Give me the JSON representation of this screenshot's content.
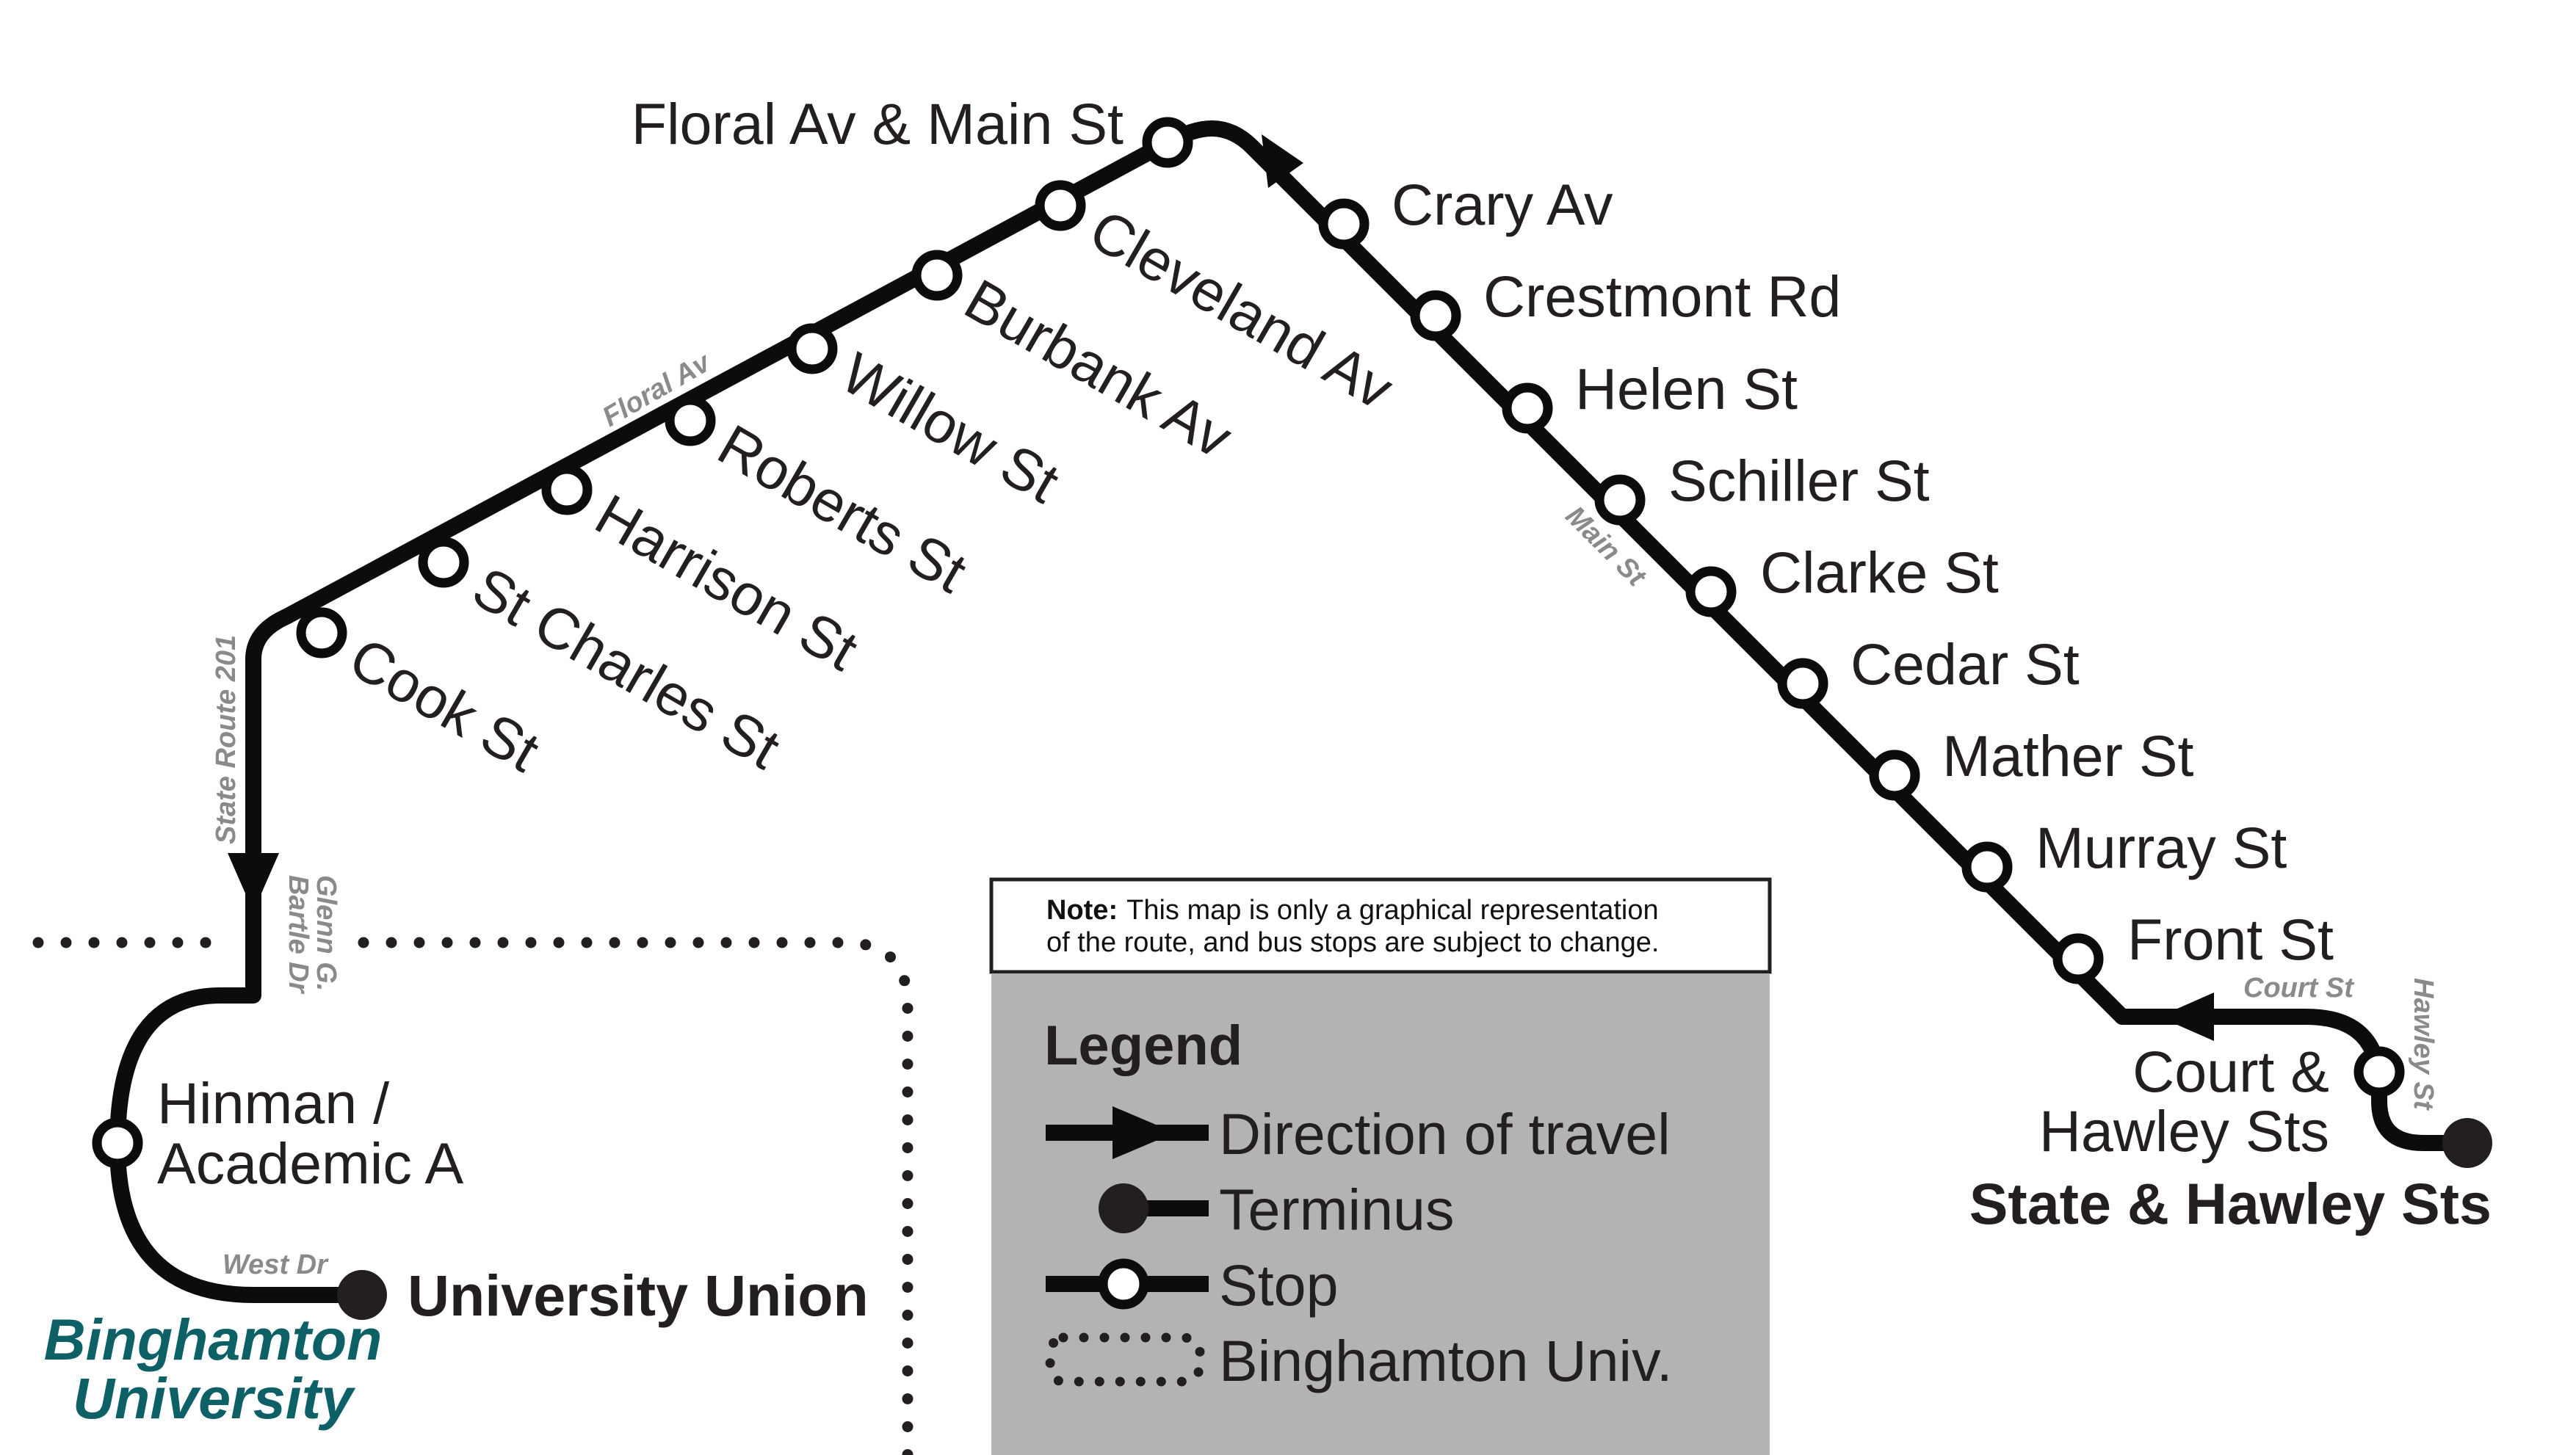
{
  "route": {
    "line_color": "#0c0c0c",
    "stops": [
      {
        "label": "Floral Av & Main St"
      },
      {
        "label": "Cleveland Av"
      },
      {
        "label": "Burbank Av"
      },
      {
        "label": "Willow St"
      },
      {
        "label": "Roberts St"
      },
      {
        "label": "Harrison St"
      },
      {
        "label": "St Charles St"
      },
      {
        "label": "Cook St"
      },
      {
        "label": "Crary Av"
      },
      {
        "label": "Crestmont Rd"
      },
      {
        "label": "Helen St"
      },
      {
        "label": "Schiller St"
      },
      {
        "label": "Clarke St"
      },
      {
        "label": "Cedar St"
      },
      {
        "label": "Mather St"
      },
      {
        "label": "Murray St"
      },
      {
        "label": "Front St"
      }
    ],
    "court_hawley": {
      "line1": "Court &",
      "line2": "Hawley Sts"
    },
    "hinman": {
      "line1": "Hinman /",
      "line2": "Academic A"
    }
  },
  "termini": {
    "university_union": "University Union",
    "state_hawley": "State & Hawley Sts"
  },
  "streets": {
    "floral_av": "Floral Av",
    "main_st": "Main St",
    "state_route": "State Route 201",
    "glenn_line1": "Glenn G.",
    "glenn_line2": "Bartle Dr",
    "west_dr": "West Dr",
    "court_st": "Court St",
    "hawley_st": "Hawley St"
  },
  "campus": {
    "line1": "Binghamton",
    "line2": "University",
    "color": "#0d6166"
  },
  "note": {
    "bold": "Note:",
    "line1": "This map is only a graphical representation",
    "line2": "of the route, and bus stops are subject to change."
  },
  "legend": {
    "title": "Legend",
    "background": "#b3b3b3",
    "items": {
      "direction": "Direction of travel",
      "terminus": "Terminus",
      "stop": "Stop",
      "campus": "Binghamton Univ."
    }
  }
}
